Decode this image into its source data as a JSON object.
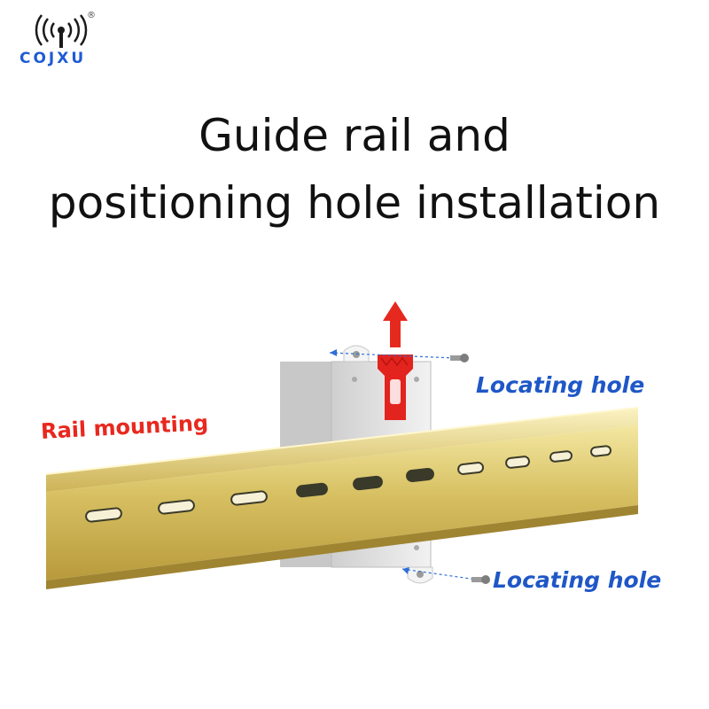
{
  "brand": {
    "name": "COJXU",
    "reg_mark": "®",
    "icon": "wireless-signal-icon"
  },
  "title": {
    "line1": "Guide rail and",
    "line2": "positioning hole installation"
  },
  "labels": {
    "rail": "Rail mounting",
    "hole_top": "Locating hole",
    "hole_bottom": "Locating hole"
  },
  "colors": {
    "brand_blue": "#1f5bd4",
    "label_blue": "#1f57c7",
    "label_red": "#e8281f",
    "rail_gold": "#d8c05a",
    "clip_red": "#e3231d"
  }
}
